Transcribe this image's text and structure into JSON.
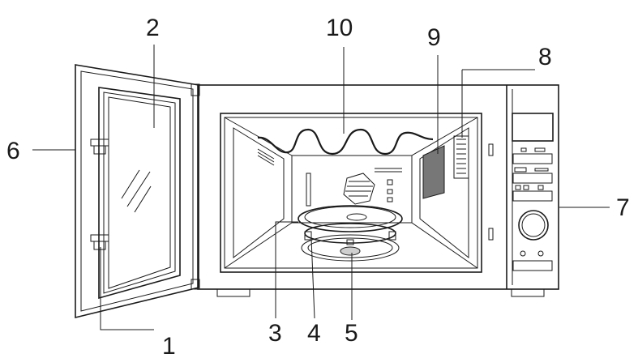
{
  "callouts": [
    {
      "id": "label-1",
      "text": "1"
    },
    {
      "id": "label-2",
      "text": "2"
    },
    {
      "id": "label-3",
      "text": "3"
    },
    {
      "id": "label-4",
      "text": "4"
    },
    {
      "id": "label-5",
      "text": "5"
    },
    {
      "id": "label-6",
      "text": "6"
    },
    {
      "id": "label-7",
      "text": "7"
    },
    {
      "id": "label-8",
      "text": "8"
    },
    {
      "id": "label-9",
      "text": "9"
    },
    {
      "id": "label-10",
      "text": "10"
    }
  ],
  "colors": {
    "line": "#1a1a1a",
    "panel": "#777777",
    "turntable": "#cfcfcf"
  }
}
